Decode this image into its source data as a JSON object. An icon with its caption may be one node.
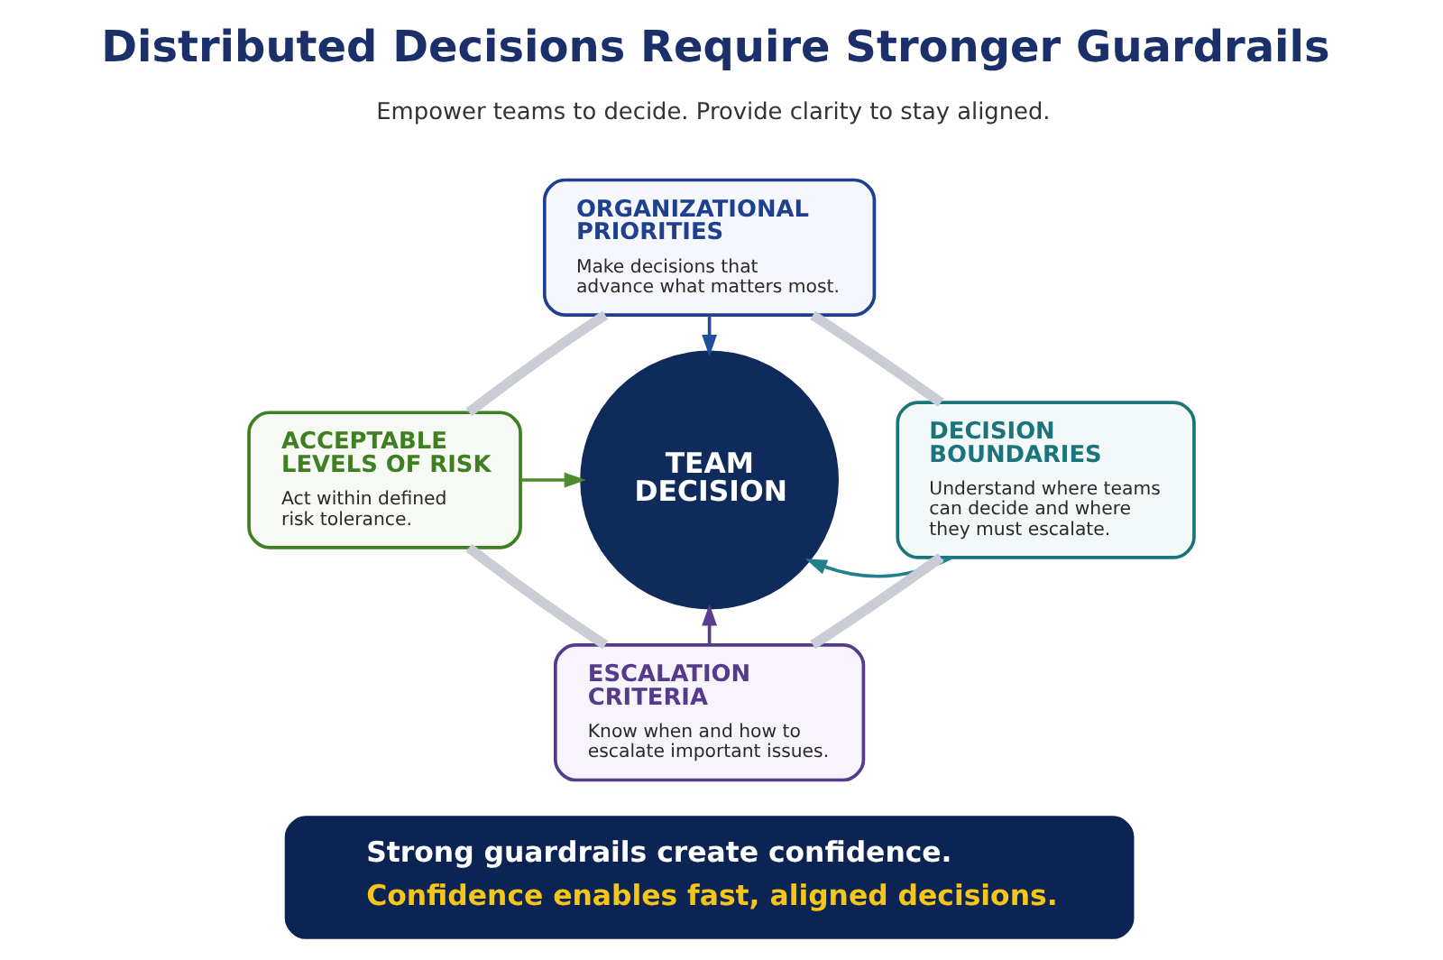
{
  "diagram": {
    "title": "Distributed Decisions Require Stronger Guardrails",
    "nodes": [
      {
        "text": [
          "ORGANIZATIONAL PRIORITIES",
          "Make decisions that advance what matters most."
        ]
      },
      {
        "text": [
          "ACCEPTABLE LEVELS OF RISK",
          "Act within defined risk tolerance."
        ]
      },
      {
        "text": [
          "TEAM DECISION"
        ]
      },
      {
        "text": [
          "DECISION BOUNDARIES",
          "Understand where teams can decide and where they must escalate."
        ]
      },
      {
        "text": [
          "ESCALATION CRITERIA",
          "Know when and how to escalate important issues."
        ]
      },
      {
        "text": [
          "Strong guardrails create confidence.",
          "Confidence enables fast, aligned decisions."
        ]
      }
    ],
    "edges": [
      {
        "from": 0,
        "to": 2,
        "arrow": "to",
        "color": "#1f4e9c"
      },
      {
        "from": 1,
        "to": 2,
        "arrow": "to",
        "color": "#4f8a2e"
      },
      {
        "from": 3,
        "to": 2,
        "arrow": "to",
        "color": "#23808a"
      },
      {
        "from": 4,
        "to": 2,
        "arrow": "to",
        "color": "#5a3f8f"
      },
      {
        "from": 0,
        "to": 1,
        "arrow": "none",
        "style": "thick",
        "color": "#c9cdd5"
      },
      {
        "from": 0,
        "to": 3,
        "arrow": "none",
        "style": "thick",
        "color": "#c9cdd5"
      },
      {
        "from": 1,
        "to": 4,
        "arrow": "none",
        "style": "thick",
        "color": "#c9cdd5"
      },
      {
        "from": 3,
        "to": 4,
        "arrow": "none",
        "style": "thick",
        "color": "#c9cdd5"
      }
    ],
    "labels": [
      "Empower teams to decide. Provide clarity to stay aligned."
    ]
  }
}
